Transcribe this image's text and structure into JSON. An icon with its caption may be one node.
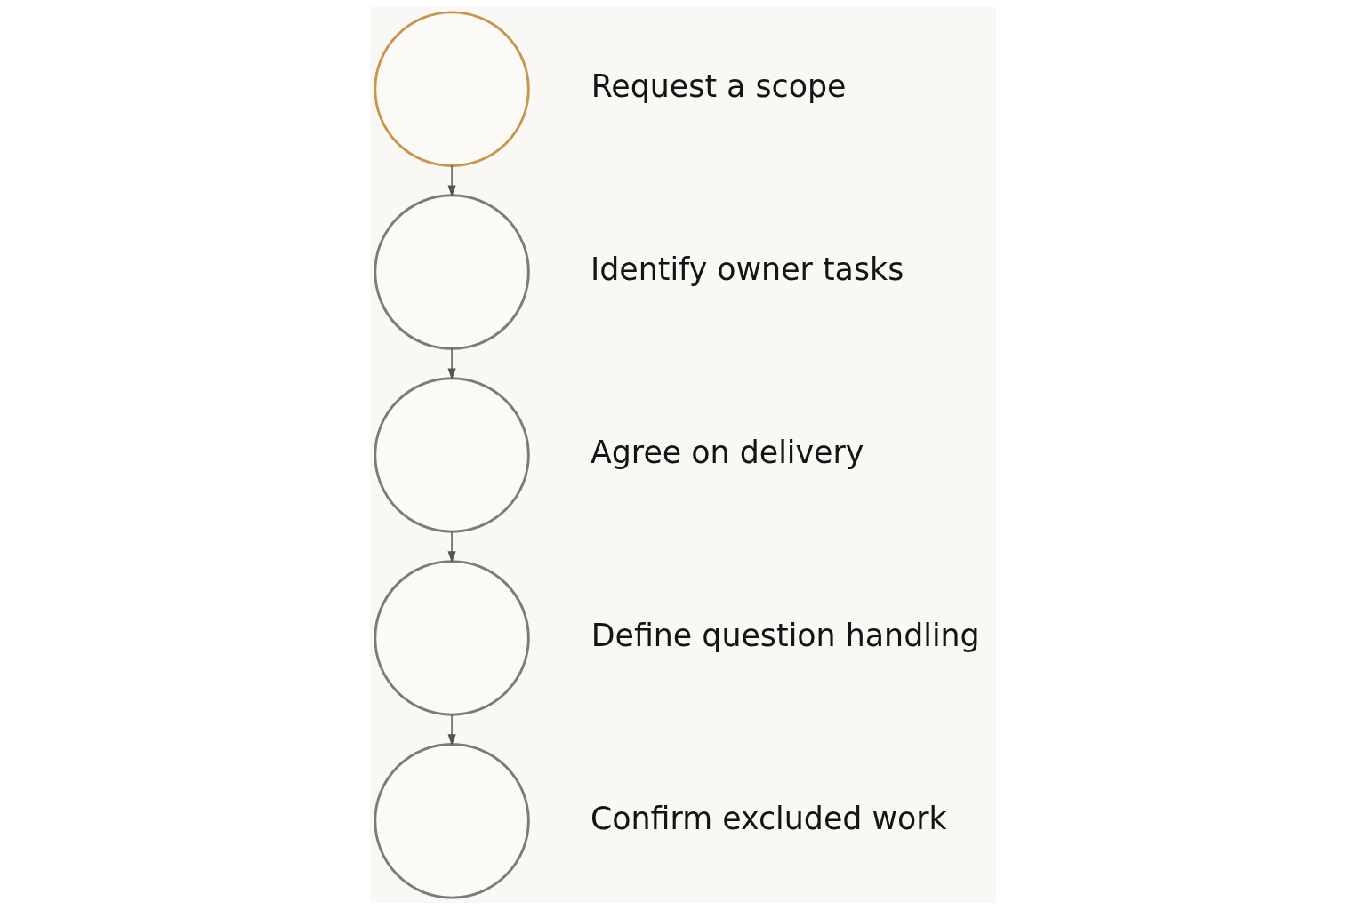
{
  "diagram": {
    "nodes": [
      {
        "text": [],
        "shape": "circle",
        "beside": [
          "Request a scope"
        ]
      },
      {
        "text": [],
        "shape": "circle",
        "beside": [
          "Identify owner tasks"
        ]
      },
      {
        "text": [],
        "shape": "circle",
        "beside": [
          "Agree on delivery"
        ]
      },
      {
        "text": [],
        "shape": "circle",
        "beside": [
          "Define question handling"
        ]
      },
      {
        "text": [],
        "shape": "circle",
        "beside": [
          "Confirm excluded work"
        ]
      }
    ],
    "edges": [
      {
        "from": 0,
        "to": 1,
        "arrow": "to"
      },
      {
        "from": 1,
        "to": 2,
        "arrow": "to"
      },
      {
        "from": 2,
        "to": 3,
        "arrow": "to"
      },
      {
        "from": 3,
        "to": 4,
        "arrow": "to"
      }
    ]
  }
}
